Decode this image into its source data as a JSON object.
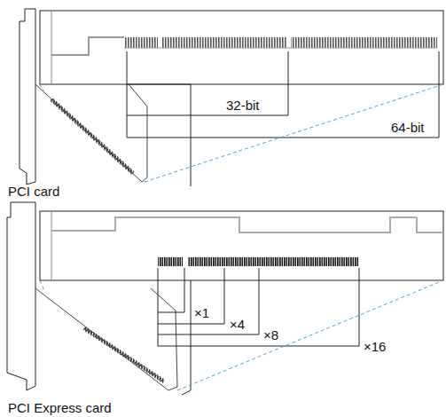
{
  "diagram": {
    "labels": [
      "32-bit",
      "64-bit",
      "PCI card",
      "×1",
      "×4",
      "×8",
      "×16",
      "PCI Express card"
    ]
  }
}
